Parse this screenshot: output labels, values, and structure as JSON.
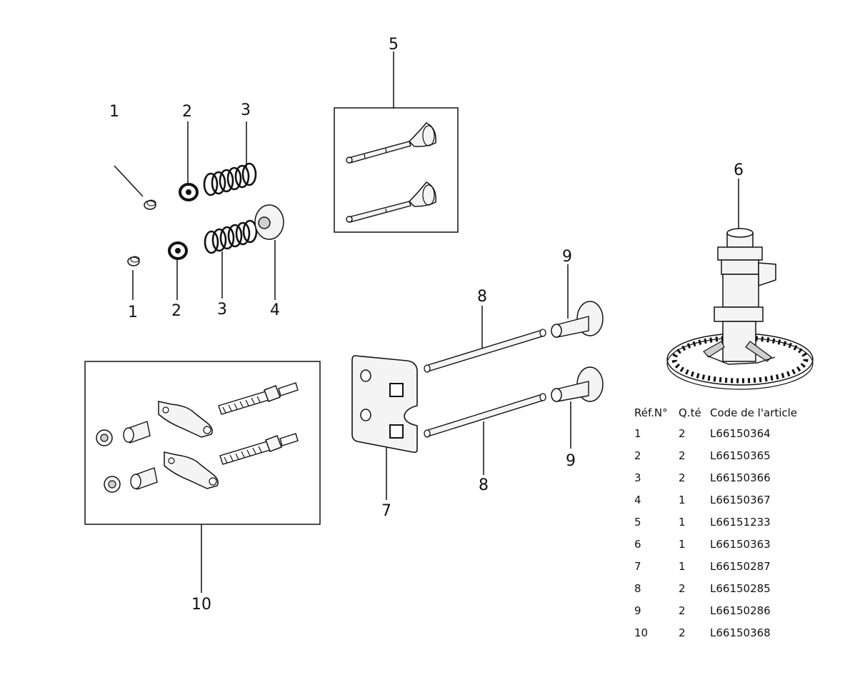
{
  "callouts": {
    "c1a": "1",
    "c1b": "1",
    "c2a": "2",
    "c2b": "2",
    "c3a": "3",
    "c3b": "3",
    "c4": "4",
    "c5": "5",
    "c6": "6",
    "c7": "7",
    "c8a": "8",
    "c8b": "8",
    "c9a": "9",
    "c9b": "9",
    "c10": "10"
  },
  "parts_table": {
    "headers": [
      "Réf.N°",
      "Q.té",
      "Code de l'article"
    ],
    "rows": [
      {
        "ref": "1",
        "qty": "2",
        "code": "L66150364"
      },
      {
        "ref": "2",
        "qty": "2",
        "code": "L66150365"
      },
      {
        "ref": "3",
        "qty": "2",
        "code": "L66150366"
      },
      {
        "ref": "4",
        "qty": "1",
        "code": "L66150367"
      },
      {
        "ref": "5",
        "qty": "1",
        "code": "L66151233"
      },
      {
        "ref": "6",
        "qty": "1",
        "code": "L66150363"
      },
      {
        "ref": "7",
        "qty": "1",
        "code": "L66150287"
      },
      {
        "ref": "8",
        "qty": "2",
        "code": "L66150285"
      },
      {
        "ref": "9",
        "qty": "2",
        "code": "L66150286"
      },
      {
        "ref": "10",
        "qty": "2",
        "code": "L66150368"
      }
    ]
  },
  "colors": {
    "ink": "#111111",
    "part_fill": "#f4f4f4",
    "shade": "#cfcfcf"
  }
}
